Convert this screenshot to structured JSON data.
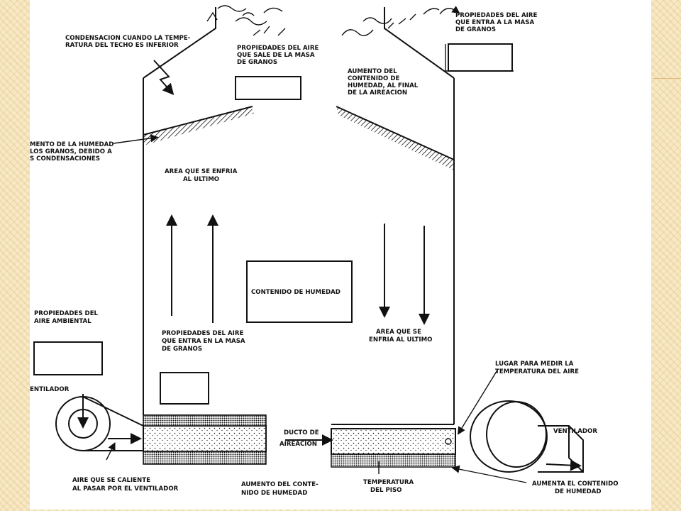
{
  "labels": {
    "roof_condensation": [
      "CONDENSACION CUANDO LA TEMPE-",
      "RATURA DEL TECHO ES INFERIOR"
    ],
    "air_leaving": [
      "PROPIEDADES DEL AIRE",
      "QUE SALE DE LA MASA",
      "DE GRANOS"
    ],
    "air_entering_top": [
      "PROPIEDADES DEL AIRE",
      "QUE ENTRA A LA MASA",
      "DE GRANOS"
    ],
    "moisture_increase_end": [
      "AUMENTO DEL",
      "CONTENIDO DE",
      "HUMEDAD, AL FINAL",
      "DE LA AIREACION"
    ],
    "grain_moisture_increase": [
      "MENTO DE LA HUMEDAD",
      "LOS GRANOS, DEBIDO A",
      "S CONDENSACIONES"
    ],
    "area_cooled_last_top": [
      "AREA QUE SE ENFRIA",
      "AL ULTIMO"
    ],
    "moisture_content": "CONTENIDO DE HUMEDAD",
    "ambient_air": [
      "PROPIEDADES DEL",
      "AIRE AMBIENTAL"
    ],
    "air_entering_mass": [
      "PROPIEDADES DEL AIRE",
      "QUE ENTRA EN LA MASA",
      "DE GRANOS"
    ],
    "area_cooled_last_bottom": [
      "AREA QUE SE",
      "ENFRIA AL ULTIMO"
    ],
    "air_temp_location": [
      "LUGAR PARA MEDIR LA",
      "TEMPERATURA DEL AIRE"
    ],
    "fan_left": "ENTILADOR",
    "fan_right": "VENTILADOR",
    "aeration_duct": [
      "DUCTO DE",
      "AIREACION"
    ],
    "air_heats_fan": [
      "AIRE QUE SE CALIENTE",
      "AL PASAR POR EL VENTILADOR"
    ],
    "moisture_increase_bottom": [
      "AUMENTO DEL CONTE-",
      "NIDO DE HUMEDAD"
    ],
    "floor_temp": [
      "TEMPERATURA",
      "DEL PISO"
    ],
    "moisture_increase_right": [
      "AUMENTA EL CONTENIDO",
      "DE HUMEDAD"
    ]
  }
}
